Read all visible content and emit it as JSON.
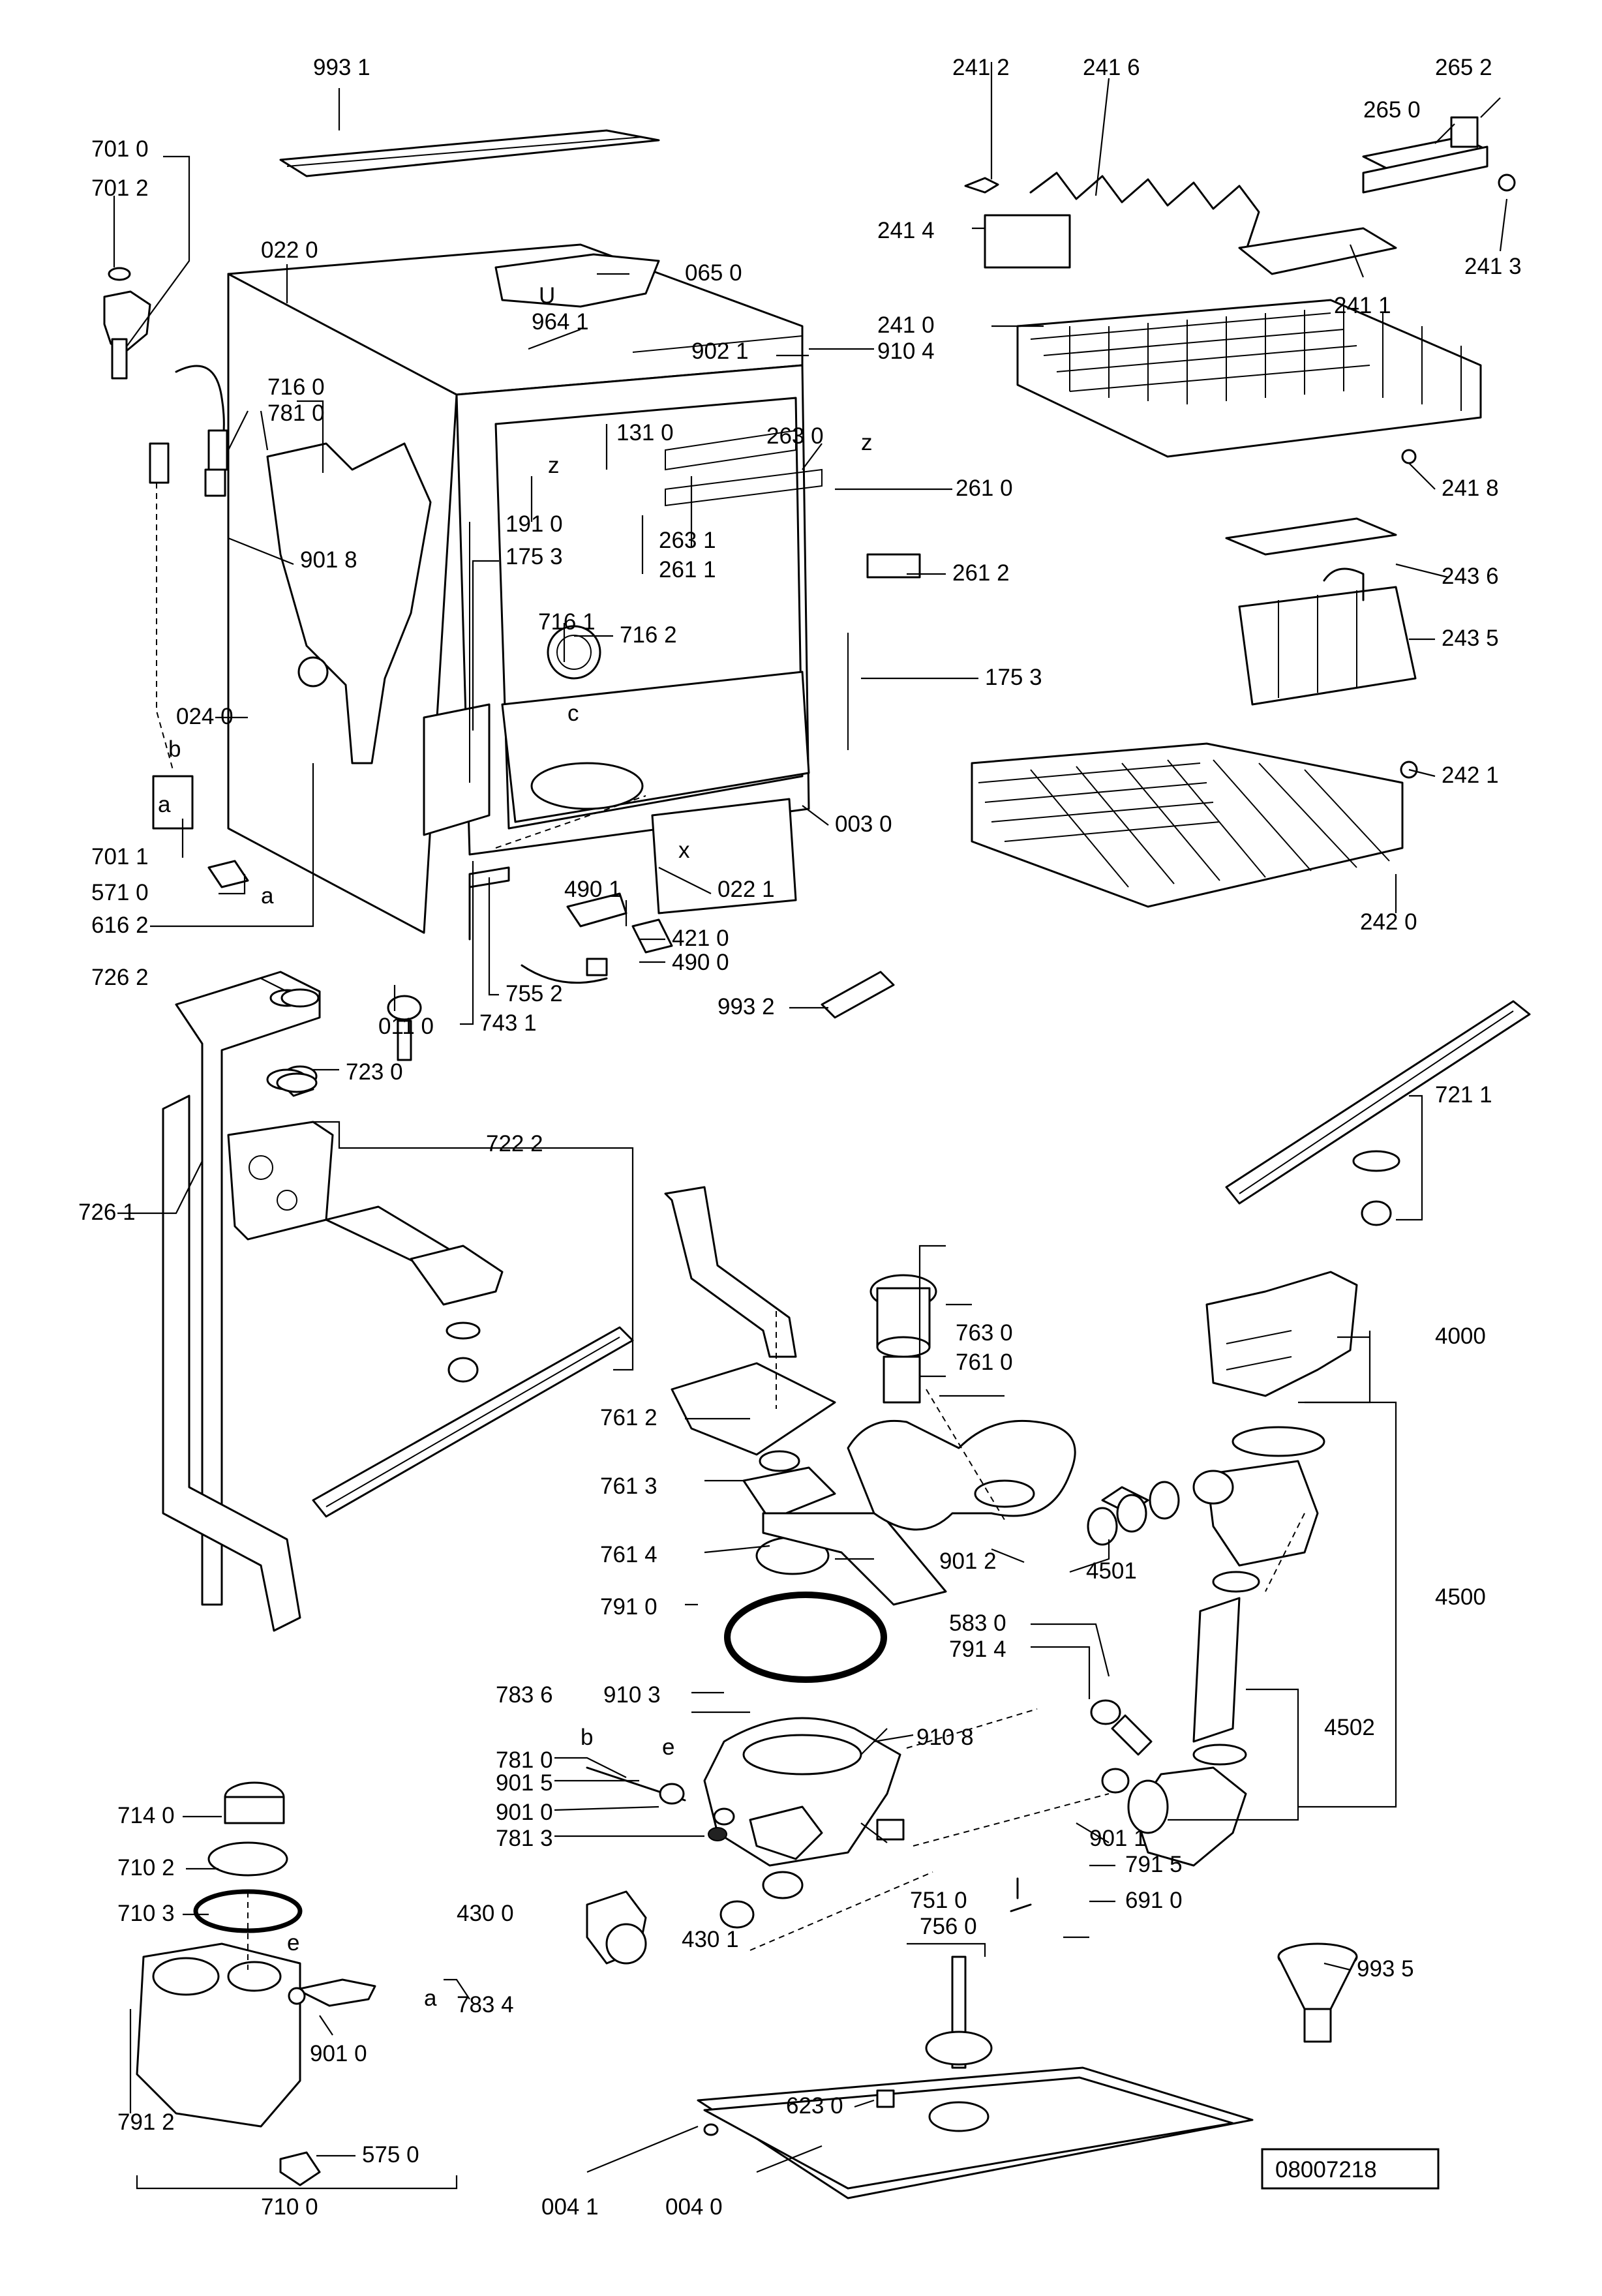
{
  "labels": {
    "p9931": "993 1",
    "p7010": "701 0",
    "p7012": "701 2",
    "p0220": "022 0",
    "p0650": "065 0",
    "p9641": "964 1",
    "p9021": "902 1",
    "p9104": "910 4",
    "p7160": "716 0",
    "p7810a": "781 0",
    "p1310": "131 0",
    "p2630": "263 0",
    "p2610": "261 0",
    "p1910": "191 0",
    "p1753a": "175 3",
    "p2631": "263 1",
    "p2611": "261 1",
    "p9018": "901 8",
    "p2612": "261 2",
    "p7161": "716 1",
    "p7162": "716 2",
    "p1753b": "175 3",
    "p0240": "024 0",
    "p0030": "003 0",
    "p7011": "701 1",
    "p5710": "571 0",
    "p6162": "616 2",
    "p0221": "022 1",
    "p4901": "490 1",
    "p4210": "421 0",
    "p4900": "490 0",
    "p7552": "755 2",
    "p7431": "743 1",
    "p0110": "011 0",
    "p9932": "993 2",
    "p7262": "726 2",
    "p7230": "723 0",
    "p2412": "241 2",
    "p2416": "241 6",
    "p2652": "265 2",
    "p2650": "265 0",
    "p2414": "241 4",
    "p2413": "241 3",
    "p2411": "241 1",
    "p2410": "241 0",
    "p2418": "241 8",
    "p2436": "243 6",
    "p2435": "243 5",
    "p2421": "242 1",
    "p2420": "242 0",
    "p7211": "721 1",
    "p7222": "722 2",
    "p7261": "726 1",
    "p7630": "763 0",
    "p7610": "761 0",
    "p4000": "4000",
    "p7612": "761 2",
    "p7613": "761 3",
    "p7614": "761 4",
    "p9012": "901 2",
    "p4501": "4501",
    "p4500": "4500",
    "p7910": "791 0",
    "p5830": "583 0",
    "p7914": "791 4",
    "p7836": "783 6",
    "p9103": "910 3",
    "p9108": "910 8",
    "p4502": "4502",
    "p7810b": "781 0",
    "p9015": "901 5",
    "p9010a": "901 0",
    "p7813": "781 3",
    "p9011": "901 1",
    "p7510": "751 0",
    "p7915": "791 5",
    "p6910": "691 0",
    "p4300": "430 0",
    "p4301": "430 1",
    "p7140": "714 0",
    "p7102": "710 2",
    "p7103": "710 3",
    "p7834": "783 4",
    "p9010b": "901 0",
    "p7912": "791 2",
    "p5750": "575 0",
    "p7100": "710 0",
    "p7560": "756 0",
    "p6230": "623 0",
    "p9935": "993 5",
    "p0041": "004 1",
    "p0040": "004 0"
  },
  "letters": {
    "a1": "a",
    "b1": "b",
    "a2": "a",
    "a3": "a",
    "b2": "b",
    "e1": "e",
    "e2": "e",
    "z1": "z",
    "z2": "z",
    "u": "U",
    "c": "c",
    "x": "x"
  },
  "drawing_number": "08007218"
}
